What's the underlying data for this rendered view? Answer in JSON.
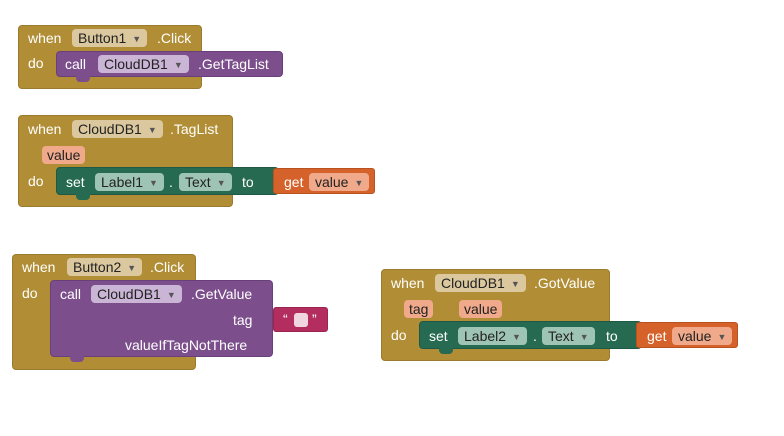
{
  "blocks": {
    "b1": {
      "when": "when",
      "component": "Button1",
      "event": ".Click",
      "do": "do",
      "call": "call",
      "call_component": "CloudDB1",
      "method": ".GetTagList"
    },
    "b2": {
      "when": "when",
      "component": "CloudDB1",
      "event": ".TagList",
      "param": "value",
      "do": "do",
      "set": "set",
      "set_component": "Label1",
      "dot": ".",
      "property": "Text",
      "to": "to",
      "get": "get",
      "get_var": "value"
    },
    "b3": {
      "when": "when",
      "component": "Button2",
      "event": ".Click",
      "do": "do",
      "call": "call",
      "call_component": "CloudDB1",
      "method": ".GetValue",
      "arg_tag": "tag",
      "arg_default": "valueIfTagNotThere",
      "quote_open": "“",
      "quote_close": "”"
    },
    "b4": {
      "when": "when",
      "component": "CloudDB1",
      "event": ".GotValue",
      "param_tag": "tag",
      "param_value": "value",
      "do": "do",
      "set": "set",
      "set_component": "Label2",
      "dot": ".",
      "property": "Text",
      "to": "to",
      "get": "get",
      "get_var": "value"
    }
  },
  "colors": {
    "event": "#b18e35",
    "call": "#7c4e8c",
    "set": "#266a52",
    "get": "#d4622a",
    "text": "#b32d5e"
  },
  "icons": {
    "dropdown": "triangle-down-icon"
  }
}
